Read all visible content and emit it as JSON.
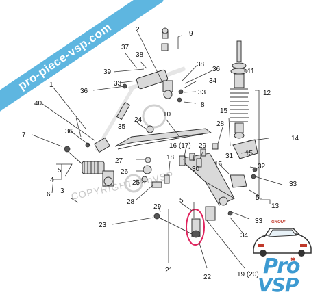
{
  "banner": {
    "text": "pro-piece-vsp.com"
  },
  "watermark": {
    "text": "COPYRIGHT ProVSP"
  },
  "logo": {
    "group_text": "GROUP",
    "pro_text": "Pro",
    "vsp_text": "VSP"
  },
  "callouts": [
    "1",
    "2",
    "3",
    "4",
    "5",
    "5",
    "6",
    "7",
    "8",
    "9",
    "10",
    "11",
    "12",
    "13",
    "14",
    "15",
    "15",
    "15",
    "16 (17)",
    "18",
    "19 (20)",
    "21",
    "22",
    "23",
    "24",
    "25",
    "26",
    "27",
    "28",
    "28",
    "29",
    "29",
    "30",
    "31",
    "32",
    "33",
    "33",
    "33",
    "33",
    "34",
    "34",
    "35",
    "36",
    "36",
    "36",
    "37",
    "38",
    "38",
    "39",
    "40",
    "5"
  ],
  "colors": {
    "banner": "#5eb6e0",
    "logo_blue": "#3d9ad1",
    "logo_red": "#c0392b",
    "highlight": "#e0245e"
  }
}
